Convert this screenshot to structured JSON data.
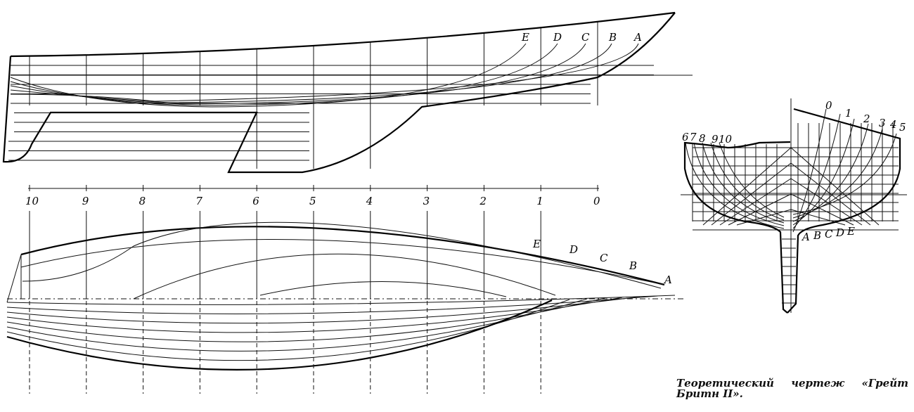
{
  "caption": {
    "line1": "Теоретический чертеж «Грейт",
    "line2": "Бритн II»."
  },
  "profile": {
    "buttock_labels": [
      "E",
      "D",
      "C",
      "B",
      "A"
    ]
  },
  "scale": {
    "station_labels": [
      "10",
      "9",
      "8",
      "7",
      "6",
      "5",
      "4",
      "3",
      "2",
      "1",
      "0"
    ]
  },
  "half_breadth": {
    "diagonal_labels": [
      "E",
      "D",
      "C",
      "B",
      "A"
    ]
  },
  "body_plan": {
    "aft_station_labels": [
      "6",
      "7",
      "8",
      "9",
      "10"
    ],
    "fwd_station_labels": [
      "0",
      "1",
      "2",
      "3",
      "4",
      "5"
    ],
    "diagonal_labels": [
      "A",
      "B",
      "C",
      "D",
      "E"
    ]
  }
}
